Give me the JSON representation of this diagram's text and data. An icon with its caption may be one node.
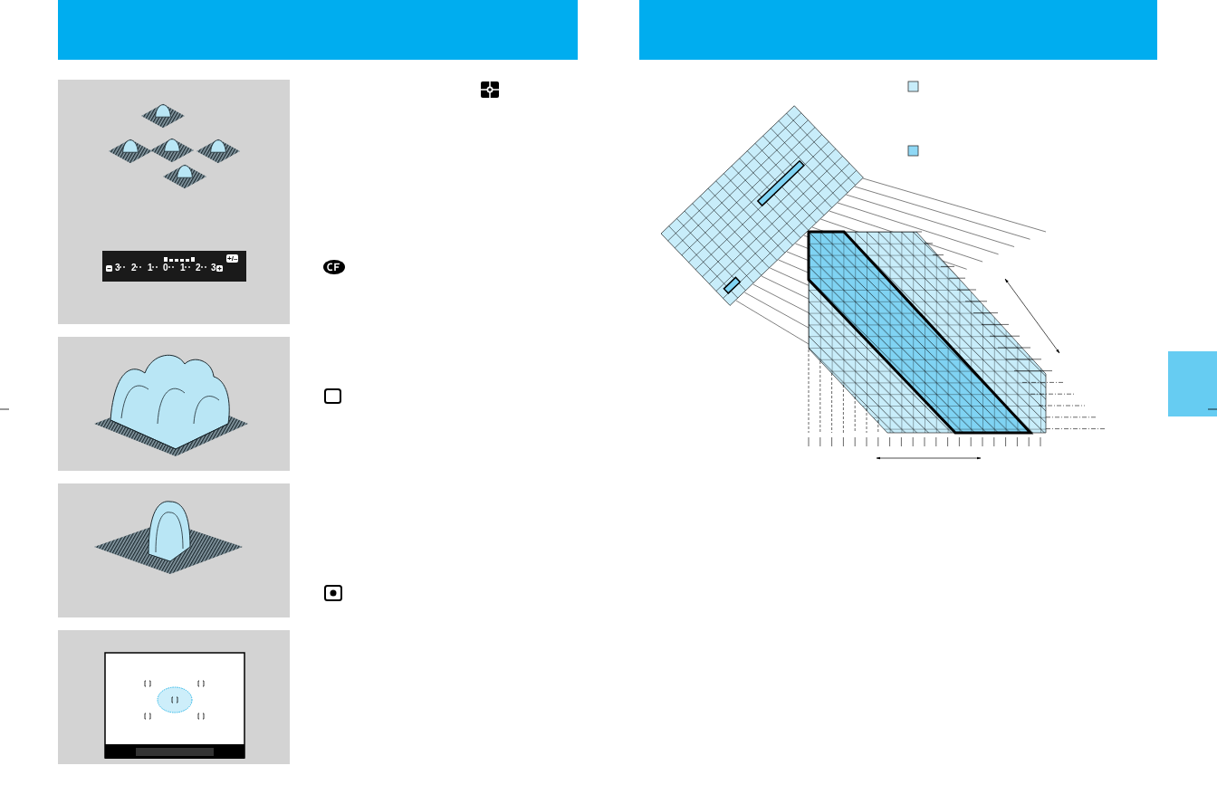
{
  "diagram": {
    "labels": [
      "3",
      "2",
      "1",
      "0",
      "1",
      "2",
      "3",
      "+/–"
    ]
  }
}
